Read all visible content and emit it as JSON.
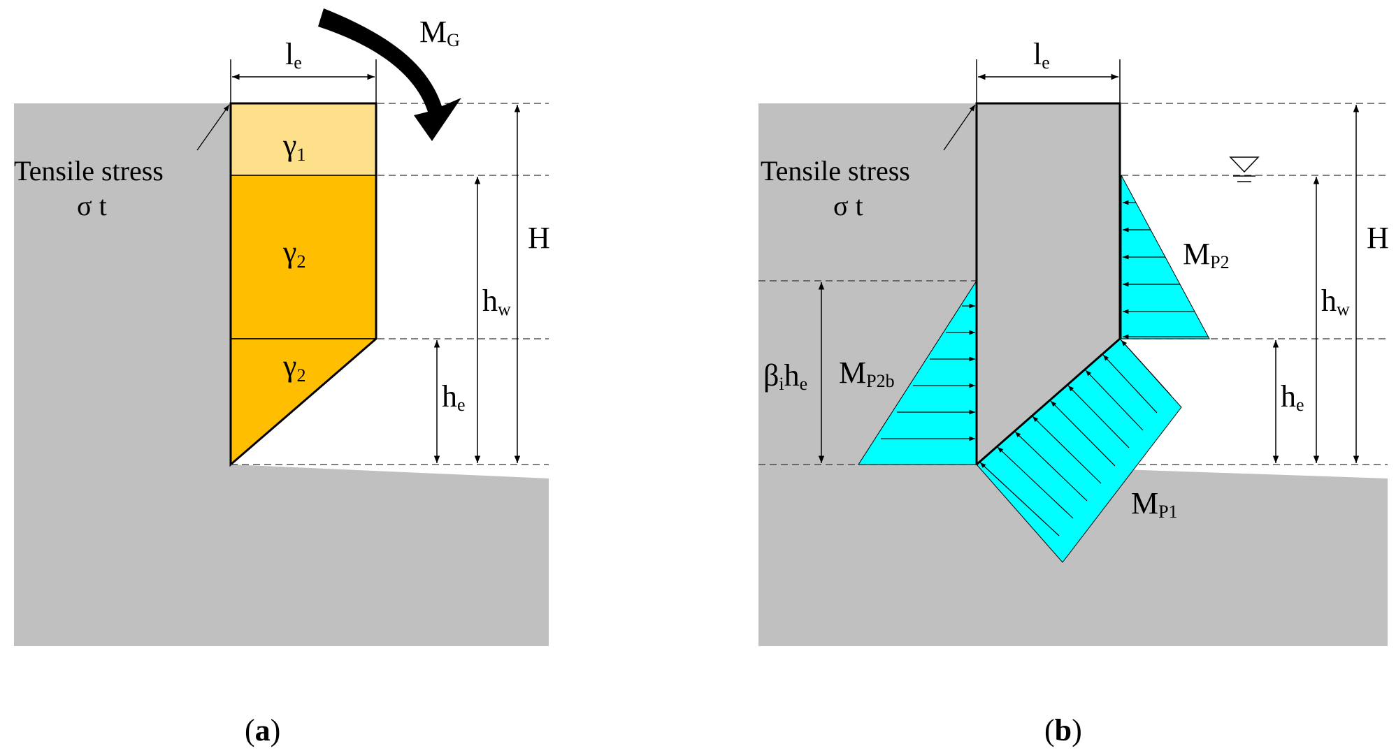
{
  "panel_a": {
    "width_label": "l",
    "width_label_sub": "e",
    "moment_label": "M",
    "moment_label_sub": "G",
    "tensile_label_line1": "Tensile stress",
    "tensile_label_line2": "σ t",
    "layer_labels": [
      {
        "sym": "γ",
        "sub": "1"
      },
      {
        "sym": "γ",
        "sub": "2"
      },
      {
        "sym": "γ",
        "sub": "2"
      }
    ],
    "dim_H": "H",
    "dim_hw": "h",
    "dim_hw_sub": "w",
    "dim_he": "h",
    "dim_he_sub": "e",
    "caption_open": "(",
    "caption_letter": "a",
    "caption_close": ")"
  },
  "panel_b": {
    "width_label": "l",
    "width_label_sub": "e",
    "tensile_label_line1": "Tensile stress",
    "tensile_label_line2": "σ t",
    "mp2_label": "M",
    "mp2_label_sub": "P2",
    "mp2b_label": "M",
    "mp2b_label_sub": "P2b",
    "mp1_label": "M",
    "mp1_label_sub": "P1",
    "beta_label": "β",
    "beta_sub": "i",
    "beta_h": "h",
    "beta_h_sub": "e",
    "dim_H": "H",
    "dim_hw": "h",
    "dim_hw_sub": "w",
    "dim_he": "h",
    "dim_he_sub": "e",
    "caption_open": "(",
    "caption_letter": "b",
    "caption_close": ")"
  },
  "colors": {
    "ground": "#c0c0c0",
    "layer1": "#ffe08a",
    "layer2": "#ffbf00",
    "pressure": "#00ffff",
    "line": "#000000"
  }
}
